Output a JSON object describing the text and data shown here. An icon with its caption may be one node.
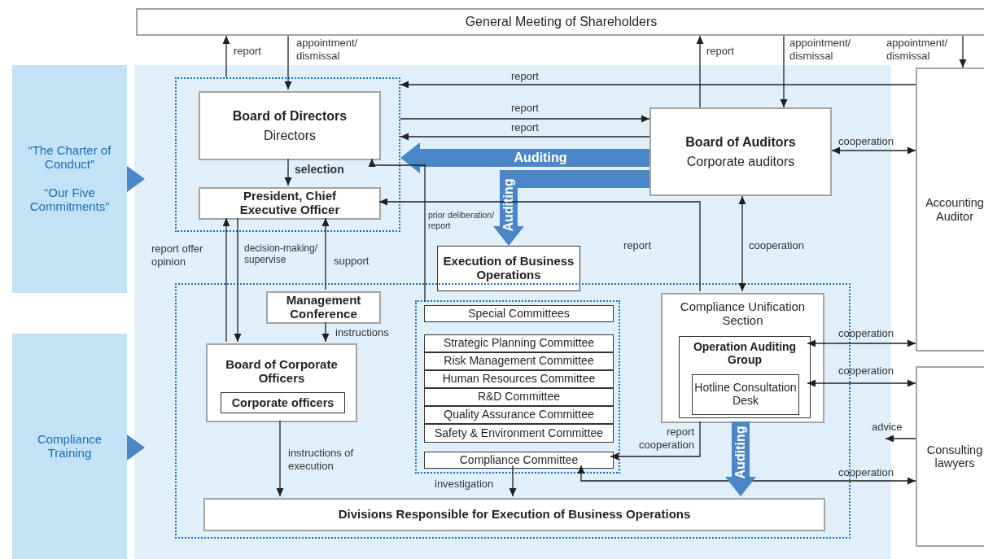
{
  "diagram": {
    "nodes": [
      {
        "text": [
          "General Meeting of Shareholders"
        ]
      },
      {
        "text": [
          "“The Charter of Conduct”",
          "“Our Five Commitments”"
        ]
      },
      {
        "text": [
          "Compliance Training"
        ]
      },
      {
        "text": [],
        "shape": "box"
      },
      {
        "text": [
          "Board of Directors",
          "Directors"
        ],
        "in": 3
      },
      {
        "text": [
          "President, Chief Executive Officer"
        ],
        "in": 3
      },
      {
        "text": [
          "Board of Auditors",
          "Corporate auditors"
        ]
      },
      {
        "text": [
          "Accounting Auditor"
        ]
      },
      {
        "text": [
          "Execution of Business Operations"
        ]
      },
      {
        "text": [],
        "shape": "box"
      },
      {
        "text": [
          "Management Conference"
        ],
        "in": 9
      },
      {
        "text": [
          "Board of Corporate Officers"
        ],
        "in": 9
      },
      {
        "text": [
          "Corporate officers"
        ],
        "in": 11
      },
      {
        "text": [],
        "shape": "box",
        "in": 9
      },
      {
        "text": [
          "Special Committees"
        ],
        "in": 13
      },
      {
        "text": [
          "Strategic Planning Committee"
        ],
        "in": 13
      },
      {
        "text": [
          "Risk Management Committee"
        ],
        "in": 13
      },
      {
        "text": [
          "Human Resources Committee"
        ],
        "in": 13
      },
      {
        "text": [
          "R&D Committee"
        ],
        "in": 13
      },
      {
        "text": [
          "Quality Assurance Committee"
        ],
        "in": 13
      },
      {
        "text": [
          "Safety & Environment Committee"
        ],
        "in": 13
      },
      {
        "text": [
          "Compliance Committee"
        ],
        "in": 13
      },
      {
        "text": [
          "Compliance Unification Section"
        ],
        "in": 9
      },
      {
        "text": [
          "Operation Auditing Group"
        ],
        "in": 22
      },
      {
        "text": [
          "Hotline Consultation Desk"
        ],
        "in": 23
      },
      {
        "text": [
          "Divisions Responsible for Execution of Business Operations"
        ],
        "in": 9
      },
      {
        "text": [
          "Consulting lawyers"
        ]
      }
    ],
    "edges": [
      {
        "from": 3,
        "to": 0,
        "arrow": "to",
        "label": "report"
      },
      {
        "from": 0,
        "to": 4,
        "arrow": "to",
        "label": "appointment/ dismissal"
      },
      {
        "from": 6,
        "to": 0,
        "arrow": "to",
        "label": "report"
      },
      {
        "from": 0,
        "to": 6,
        "arrow": "to",
        "label": "appointment/ dismissal"
      },
      {
        "from": 0,
        "to": 7,
        "arrow": "to",
        "label": "appointment/ dismissal"
      },
      {
        "from": 7,
        "to": 3,
        "arrow": "to",
        "label": "report"
      },
      {
        "from": 3,
        "to": 6,
        "arrow": "to",
        "label": "report"
      },
      {
        "from": 6,
        "to": 3,
        "arrow": "to",
        "label": "report"
      },
      {
        "from": 6,
        "to": 3,
        "arrow": "to",
        "label": "Auditing",
        "style": "thick",
        "color": "#4a86c8"
      },
      {
        "from": 6,
        "to": 8,
        "arrow": "to",
        "label": "Auditing",
        "style": "thick",
        "color": "#4a86c8"
      },
      {
        "from": 6,
        "to": 7,
        "arrow": "both",
        "label": "cooperation"
      },
      {
        "from": 4,
        "to": 5,
        "arrow": "to",
        "label": "selection"
      },
      {
        "from": 14,
        "to": 4,
        "arrow": "to",
        "label": "prior deliberation/ report"
      },
      {
        "from": 22,
        "to": 5,
        "arrow": "to",
        "label": "report"
      },
      {
        "from": 22,
        "to": 6,
        "arrow": "both",
        "label": "cooperation"
      },
      {
        "from": 11,
        "to": 5,
        "arrow": "to",
        "label": "report offer opinion"
      },
      {
        "from": 5,
        "to": 11,
        "arrow": "to",
        "label": "decision-making/ supervise"
      },
      {
        "from": 10,
        "to": 5,
        "arrow": "to",
        "label": "support"
      },
      {
        "from": 10,
        "to": 11,
        "arrow": "to",
        "label": "instructions"
      },
      {
        "from": 11,
        "to": 25,
        "arrow": "to",
        "label": "instructions of execution"
      },
      {
        "from": 21,
        "to": 25,
        "arrow": "to",
        "label": "investigation"
      },
      {
        "from": 22,
        "to": 21,
        "arrow": "to",
        "label": "report cooperation"
      },
      {
        "from": 26,
        "to": 21,
        "arrow": "both",
        "label": "cooperation"
      },
      {
        "from": 23,
        "to": 7,
        "arrow": "both",
        "label": "cooperation"
      },
      {
        "from": 23,
        "to": 26,
        "arrow": "both",
        "label": "cooperation"
      },
      {
        "from": 26,
        "to": null,
        "arrow": "to",
        "label": "advice"
      },
      {
        "from": 22,
        "to": 25,
        "arrow": "to",
        "label": "Auditing",
        "style": "thick",
        "color": "#4a86c8"
      }
    ]
  }
}
